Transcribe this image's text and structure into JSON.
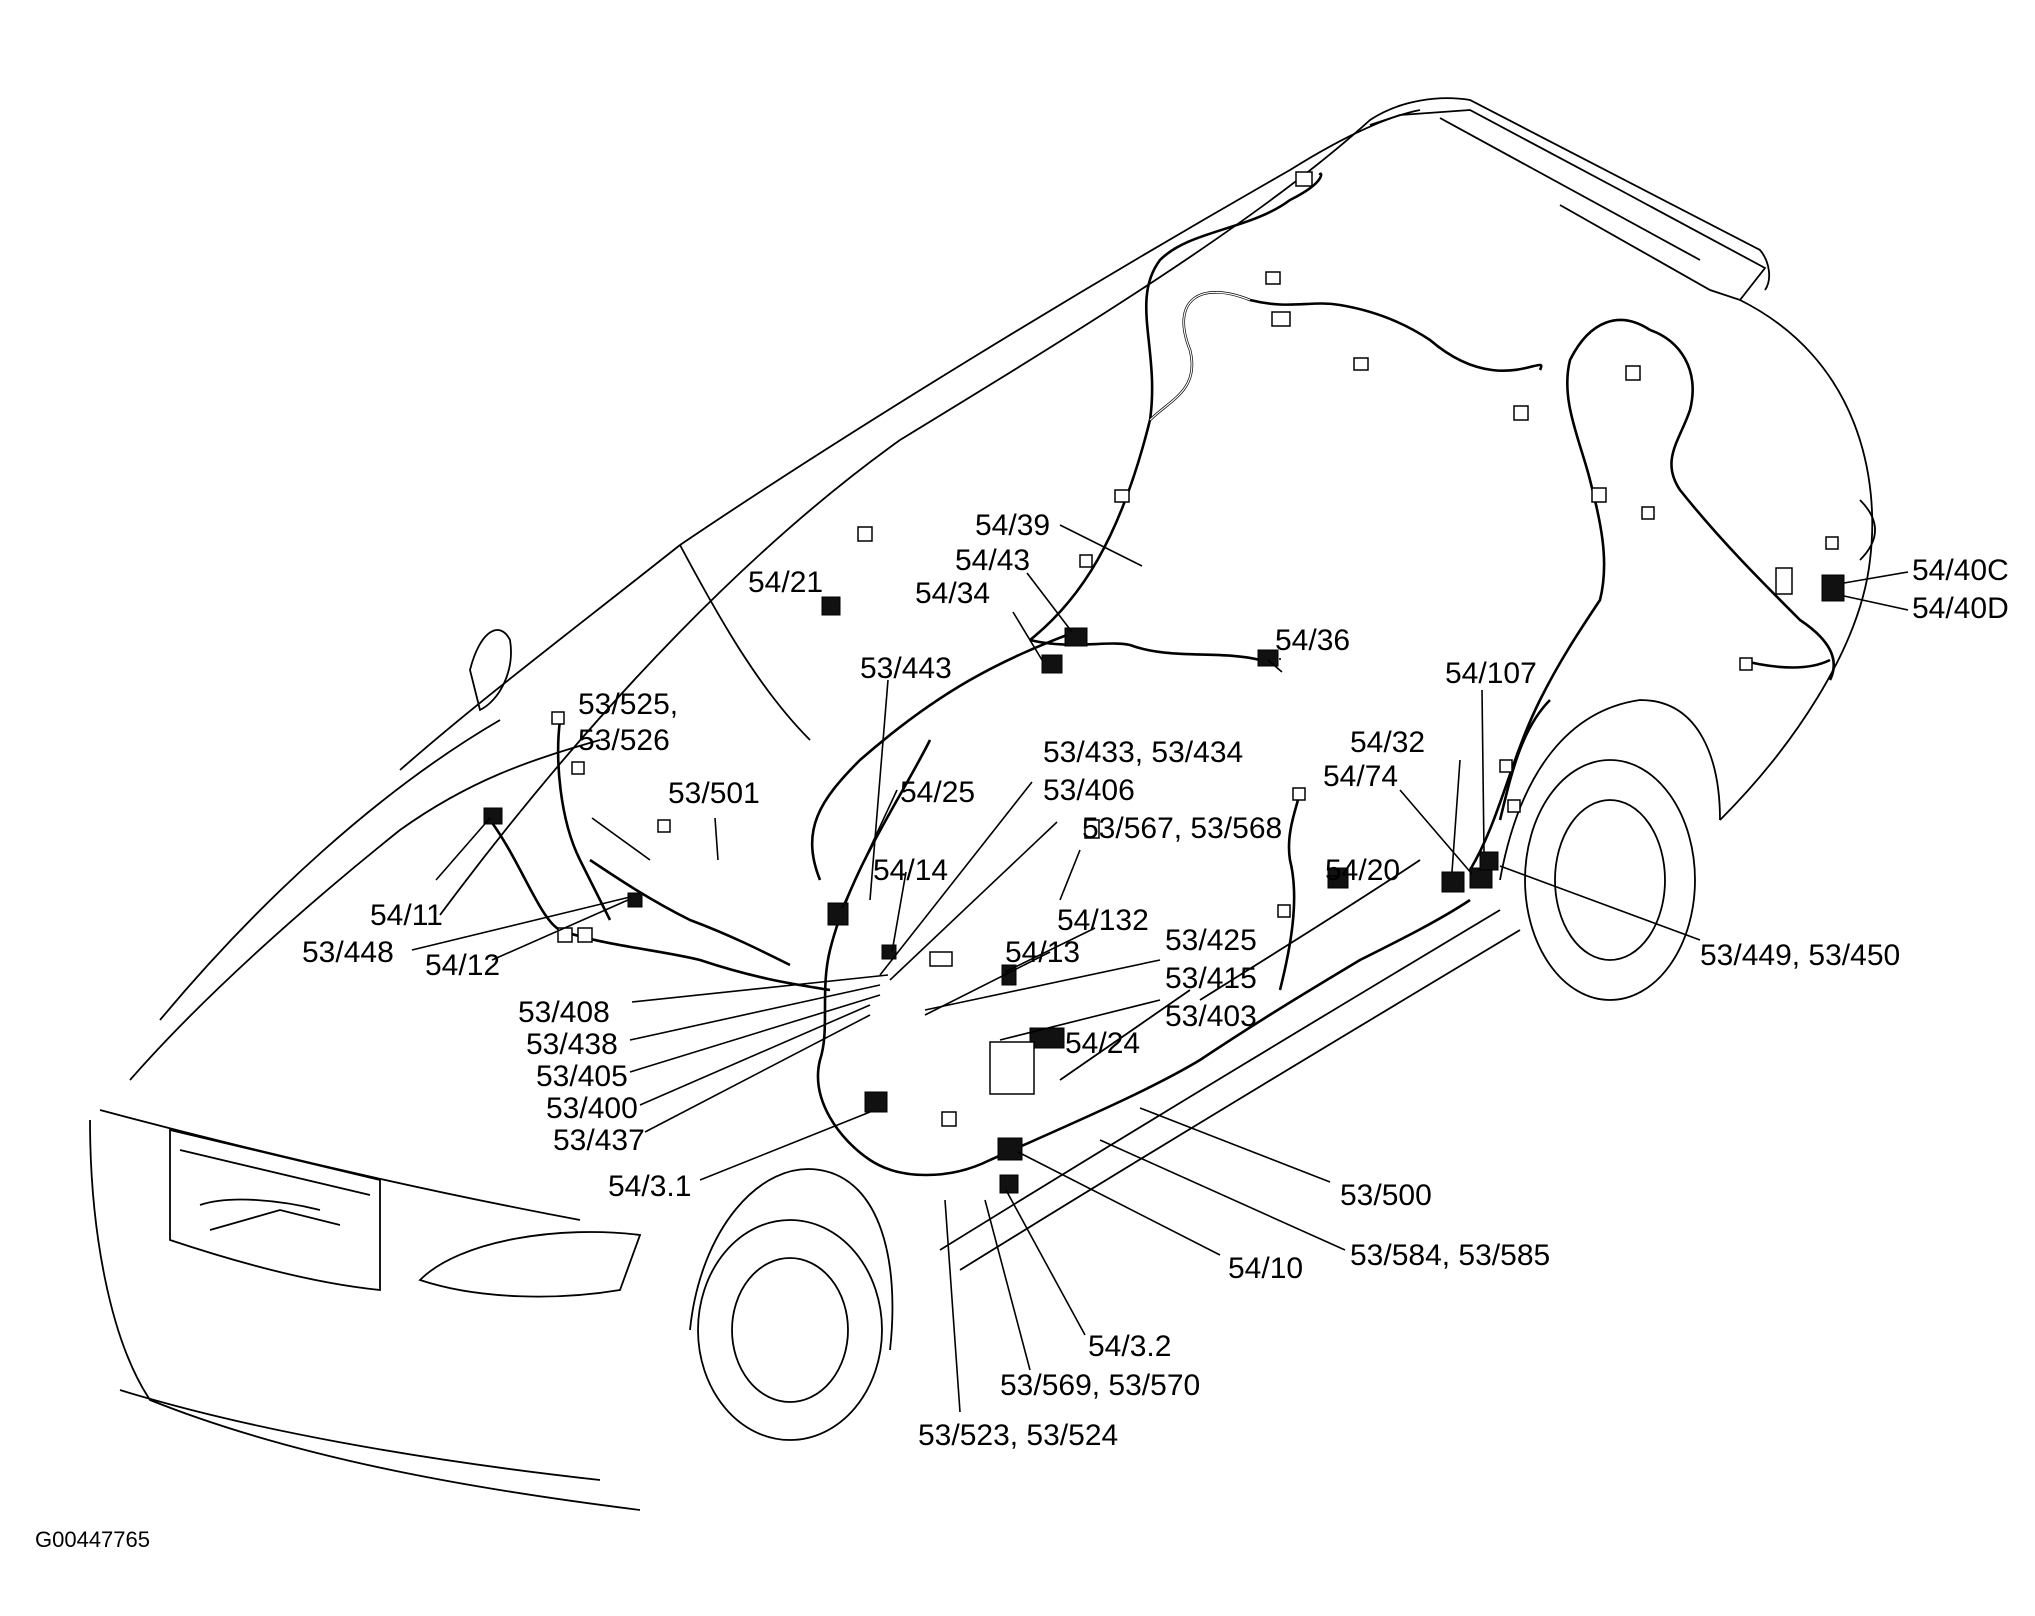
{
  "figure_id": "G00447765",
  "labels": [
    "54/11",
    "53/448",
    "54/12",
    "53/525,",
    "53/526",
    "53/501",
    "54/21",
    "53/443",
    "54/39",
    "54/43",
    "54/34",
    "54/36",
    "54/25",
    "54/14",
    "53/433, 53/434",
    "53/406",
    "53/567, 53/568",
    "54/132",
    "54/13",
    "53/425",
    "53/415",
    "53/403",
    "54/24",
    "53/408",
    "53/438",
    "53/405",
    "53/400",
    "53/437",
    "54/3.1",
    "54/10",
    "54/3.2",
    "53/569, 53/570",
    "53/523, 53/524",
    "53/500",
    "53/584, 53/585",
    "54/20",
    "54/32",
    "54/74",
    "54/107",
    "53/449, 53/450",
    "54/40C",
    "54/40D"
  ]
}
